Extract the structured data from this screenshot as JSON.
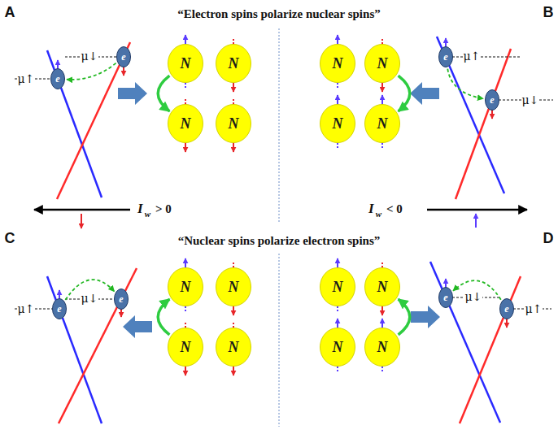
{
  "diagram": {
    "nodes": [
      {
        "text": [
          "e"
        ]
      },
      {
        "text": [
          "e"
        ]
      },
      {
        "text": [
          "N"
        ]
      },
      {
        "text": [
          "N"
        ]
      },
      {
        "text": [
          "N"
        ]
      },
      {
        "text": [
          "N"
        ]
      },
      {
        "text": [
          "e"
        ]
      },
      {
        "text": [
          "e"
        ]
      },
      {
        "text": [
          "N"
        ]
      },
      {
        "text": [
          "N"
        ]
      },
      {
        "text": [
          "N"
        ]
      },
      {
        "text": [
          "N"
        ]
      },
      {
        "text": [
          "e"
        ]
      },
      {
        "text": [
          "e"
        ]
      },
      {
        "text": [
          "N"
        ]
      },
      {
        "text": [
          "N"
        ]
      },
      {
        "text": [
          "N"
        ]
      },
      {
        "text": [
          "N"
        ]
      },
      {
        "text": [
          "e"
        ]
      },
      {
        "text": [
          "e"
        ]
      },
      {
        "text": [
          "N"
        ]
      },
      {
        "text": [
          "N"
        ]
      },
      {
        "text": [
          "N"
        ]
      },
      {
        "text": [
          "N"
        ]
      }
    ],
    "edges": [
      {
        "from": 0,
        "to": 1,
        "arrow": "to"
      },
      {
        "from": 2,
        "to": 4,
        "arrow": "to"
      },
      {
        "from": 6,
        "to": 7,
        "arrow": "to"
      },
      {
        "from": 9,
        "to": 11,
        "arrow": "to"
      },
      {
        "from": 13,
        "to": 12,
        "arrow": "to"
      },
      {
        "from": 16,
        "to": 14,
        "arrow": "to"
      },
      {
        "from": 19,
        "to": 18,
        "arrow": "to"
      },
      {
        "from": 23,
        "to": 21,
        "arrow": "to"
      }
    ],
    "labels": [
      "A",
      "“Electron spins polarize nuclear spins”",
      "B",
      "μ↓",
      "μ↑",
      "μ↑",
      "μ↓",
      "I",
      "w",
      "> 0",
      "I",
      "w",
      "< 0",
      "C",
      "“Nuclear spins polarize electron spins”",
      "D",
      "μ↓",
      "μ↑",
      "μ↓",
      "μ↑"
    ]
  }
}
